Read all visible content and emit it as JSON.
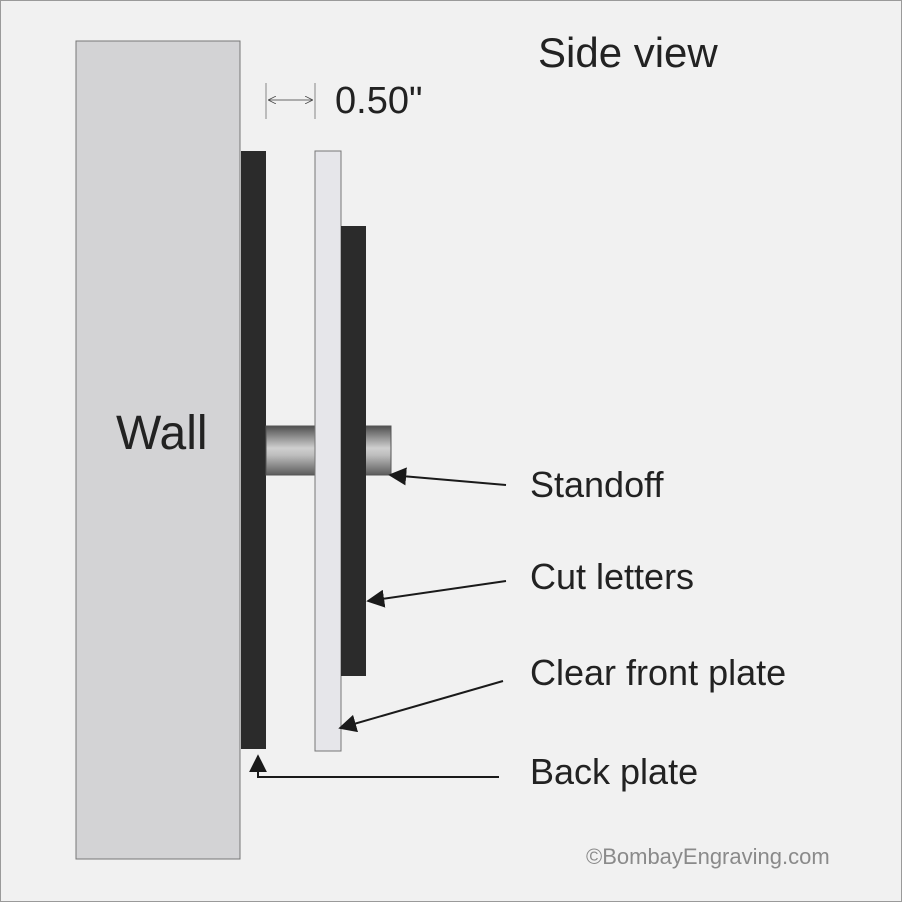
{
  "diagram": {
    "title": "Side view",
    "wall_label": "Wall",
    "gap_label": "0.50\"",
    "labels": {
      "standoff": "Standoff",
      "cut_letters": "Cut letters",
      "clear_front_plate": "Clear front plate",
      "back_plate": "Back plate"
    },
    "copyright": "©BombayEngraving.com"
  },
  "colors": {
    "background": "#f1f1f1",
    "wall": "#d3d3d5",
    "dark_plate": "#2b2b2b",
    "clear_plate": "#e6e6ea",
    "standoff_light": "#cfcfcf",
    "standoff_dark": "#5c5c5c",
    "text": "#222222",
    "copyright_text": "#8a8a8a"
  }
}
